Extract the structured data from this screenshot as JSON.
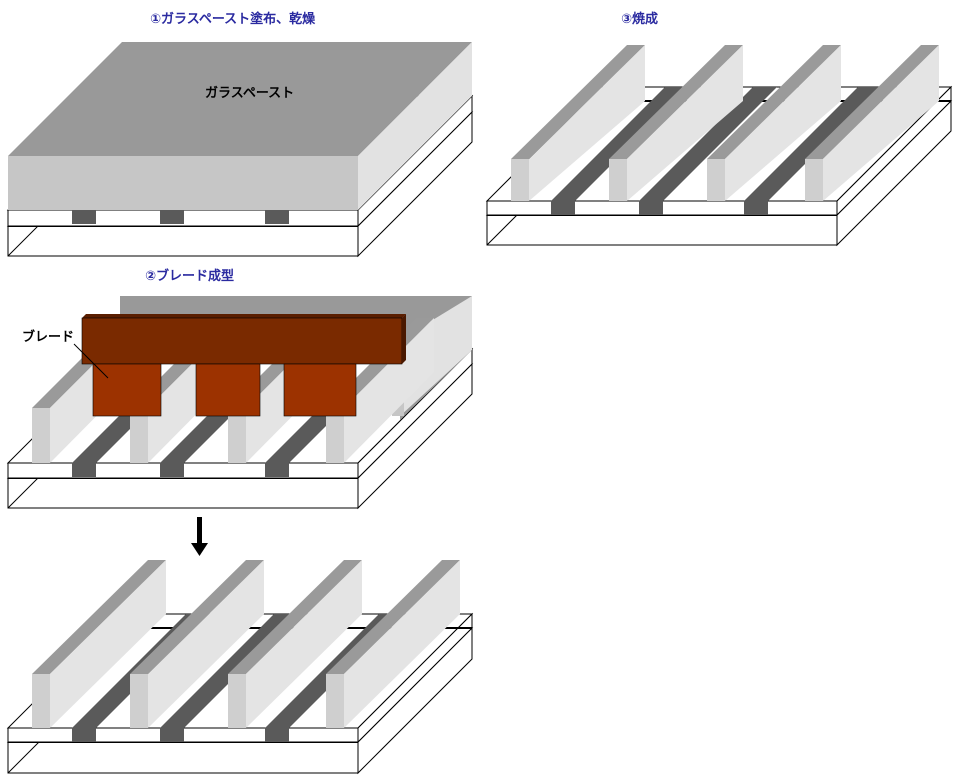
{
  "steps": [
    {
      "title": "①ガラスペースト塗布、乾燥"
    },
    {
      "title": "②ブレード成型"
    },
    {
      "title": "③焼成"
    }
  ],
  "labels": {
    "paste": "ガラスペースト",
    "blade": "ブレード"
  },
  "colors": {
    "title_text": "#2a2aa0",
    "paste_top": "#999999",
    "paste_front": "#c6c6c6",
    "paste_side": "#e2e2e2",
    "rib_top": "#9a9a9a",
    "rib_front": "#cfcfcf",
    "rib_side": "#e4e4e4",
    "electrode": "#5a5a5a",
    "blade_top": "#7a2a00",
    "blade_front": "#7a2a00",
    "blade_tooth": "#9c3200",
    "outline": "#000000"
  }
}
